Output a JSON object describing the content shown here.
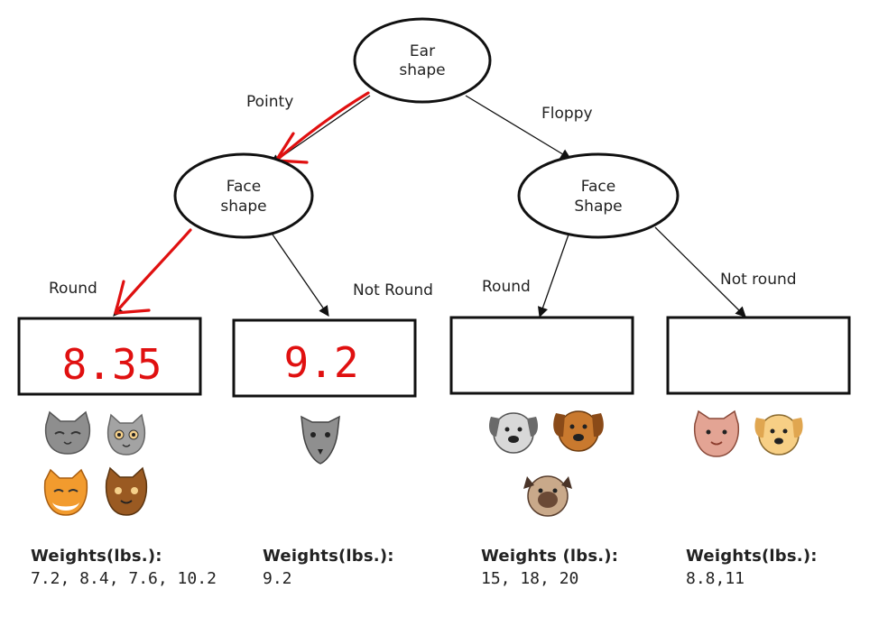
{
  "tree": {
    "root": {
      "line1": "Ear",
      "line2": "shape"
    },
    "left_node": {
      "line1": "Face",
      "line2": "shape"
    },
    "right_node": {
      "line1": "Face",
      "line2": "Shape"
    },
    "edges": {
      "pointy": "Pointy",
      "floppy": "Floppy",
      "left_round": "Round",
      "left_not_round": "Not Round",
      "right_round": "Round",
      "right_not_round": "Not round"
    },
    "leaves": [
      {
        "value": "8.35",
        "weights_title": "Weights(lbs.):",
        "weights": "7.2, 8.4, 7.6, 10.2"
      },
      {
        "value": "9.2",
        "weights_title": "Weights(lbs.):",
        "weights": "9.2"
      },
      {
        "value": "",
        "weights_title": "Weights (lbs.):",
        "weights": "15,  18, 20"
      },
      {
        "value": "",
        "weights_title": "Weights(lbs.):",
        "weights": "8.8,11"
      }
    ]
  },
  "colors": {
    "annotation": "#e01010",
    "outline": "#111111"
  },
  "icons": [
    "gray-cat-icon",
    "gray-cat-icon",
    "orange-cat-icon",
    "brown-cat-icon",
    "gray-cat-icon",
    "gray-dog-icon",
    "brown-dog-icon",
    "tan-dog-icon",
    "pink-cat-icon",
    "yellow-dog-icon"
  ]
}
